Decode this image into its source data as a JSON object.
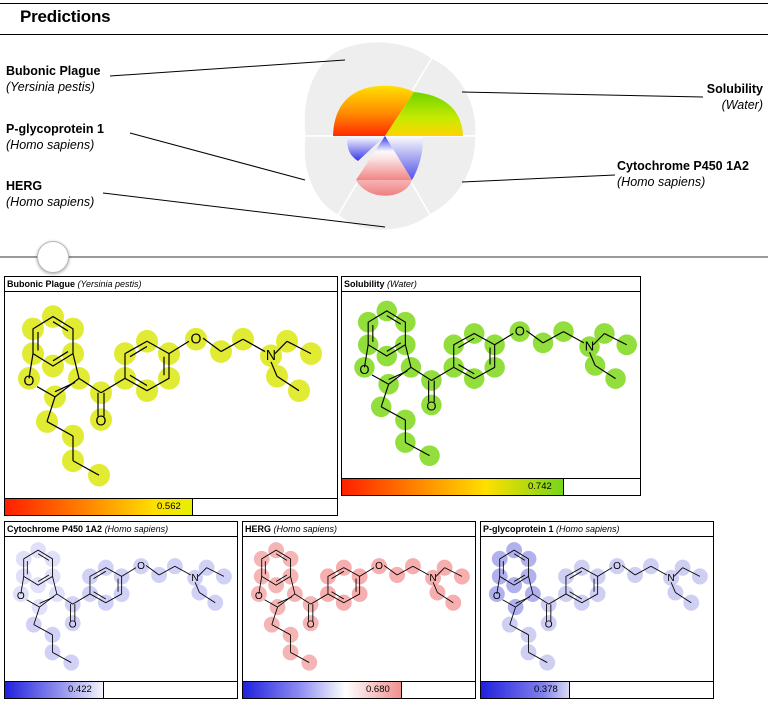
{
  "header": {
    "title": "Predictions"
  },
  "wheel": {
    "labels": [
      {
        "name": "Bubonic Plague",
        "organism": "(Yersinia pestis)"
      },
      {
        "name": "P-glycoprotein 1",
        "organism": "(Homo sapiens)"
      },
      {
        "name": "HERG",
        "organism": "(Homo sapiens)"
      },
      {
        "name": "Solubility",
        "organism": "(Water)"
      },
      {
        "name": "Cytochrome P450 1A2",
        "organism": "(Homo sapiens)"
      }
    ]
  },
  "slider": {
    "value": 0.05
  },
  "panels": {
    "bubonic": {
      "name": "Bubonic Plague",
      "organism": "(Yersinia pestis)",
      "value": "0.562",
      "fraction": 0.562,
      "color": "#d9e600"
    },
    "solubility": {
      "name": "Solubility",
      "organism": "(Water)",
      "value": "0.742",
      "fraction": 0.742,
      "color": "#7fd81a"
    },
    "cyp": {
      "name": "Cytochrome P450 1A2",
      "organism": "(Homo sapiens)",
      "value": "0.422",
      "fraction": 0.422,
      "color": "#7070e6"
    },
    "herg": {
      "name": "HERG",
      "organism": "(Homo sapiens)",
      "value": "0.680",
      "fraction": 0.68,
      "color": "#ee6b6b"
    },
    "pgp": {
      "name": "P-glycoprotein 1",
      "organism": "(Homo sapiens)",
      "value": "0.378",
      "fraction": 0.378,
      "color": "#5353d8"
    }
  },
  "molecule": {
    "atoms": {
      "O_ring": "O",
      "O_carbonyl": "O",
      "O_ether": "O",
      "N": "N"
    }
  }
}
